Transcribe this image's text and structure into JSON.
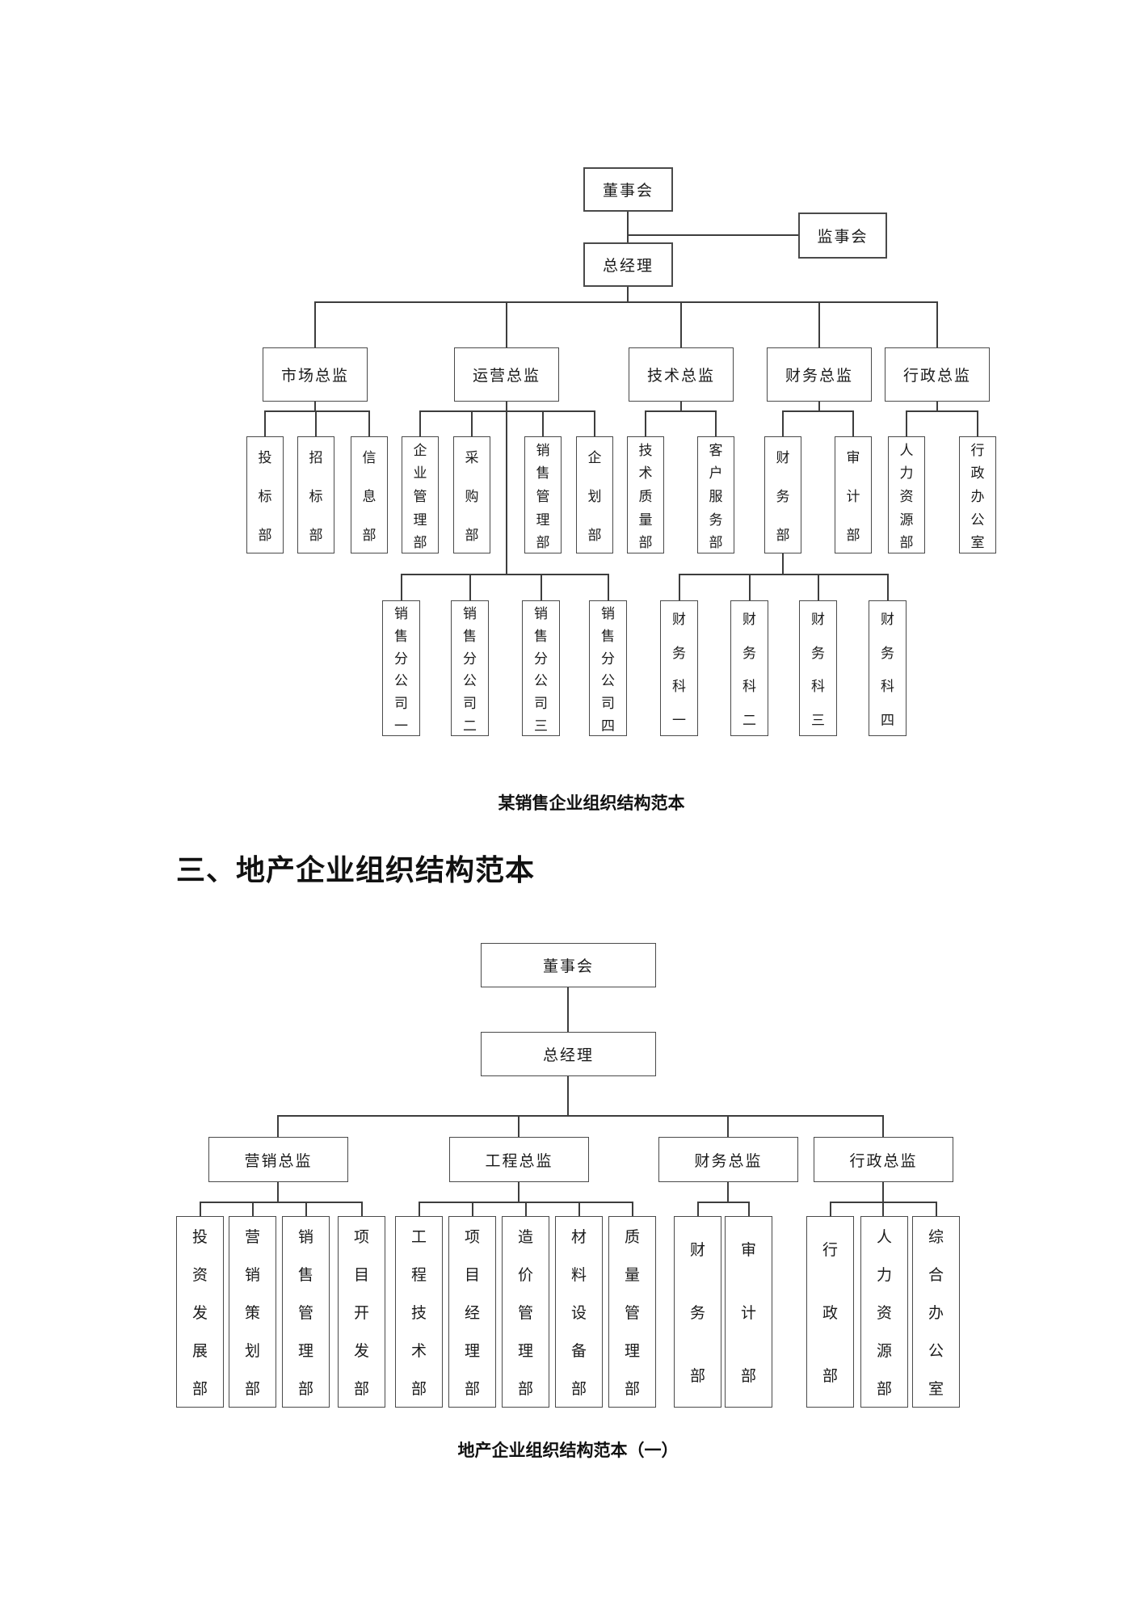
{
  "page": {
    "section_heading": "三、地产企业组织结构范本"
  },
  "chart1": {
    "caption": "某销售企业组织结构范本",
    "board": "董事会",
    "supervisory_board": "监事会",
    "general_manager": "总经理",
    "directors": [
      {
        "label": "市场总监",
        "departments": [
          "投标部",
          "招标部",
          "信息部"
        ]
      },
      {
        "label": "运营总监",
        "departments": [
          "企业管理部",
          "采购部",
          "销售管理部",
          "企划部"
        ]
      },
      {
        "label": "技术总监",
        "departments": [
          "技术质量部",
          "客户服务部"
        ]
      },
      {
        "label": "财务总监",
        "departments": [
          "财务部",
          "审计部"
        ]
      },
      {
        "label": "行政总监",
        "departments": [
          "人力资源部",
          "行政办公室"
        ]
      }
    ],
    "sales_branches": [
      "销售分公司一",
      "销售分公司二",
      "销售分公司三",
      "销售分公司四"
    ],
    "finance_sections": [
      "财务科一",
      "财务科二",
      "财务科三",
      "财务科四"
    ]
  },
  "chart2": {
    "caption": "地产企业组织结构范本（一）",
    "board": "董事会",
    "general_manager": "总经理",
    "directors": [
      {
        "label": "营销总监",
        "departments": [
          "投资发展部",
          "营销策划部",
          "销售管理部",
          "项目开发部"
        ]
      },
      {
        "label": "工程总监",
        "departments": [
          "工程技术部",
          "项目经理部",
          "造价管理部",
          "材料设备部",
          "质量管理部"
        ]
      },
      {
        "label": "财务总监",
        "departments": [
          "财务部",
          "审计部"
        ]
      },
      {
        "label": "行政总监",
        "departments": [
          "行政部",
          "人力资源部",
          "综合办公室"
        ]
      }
    ]
  }
}
